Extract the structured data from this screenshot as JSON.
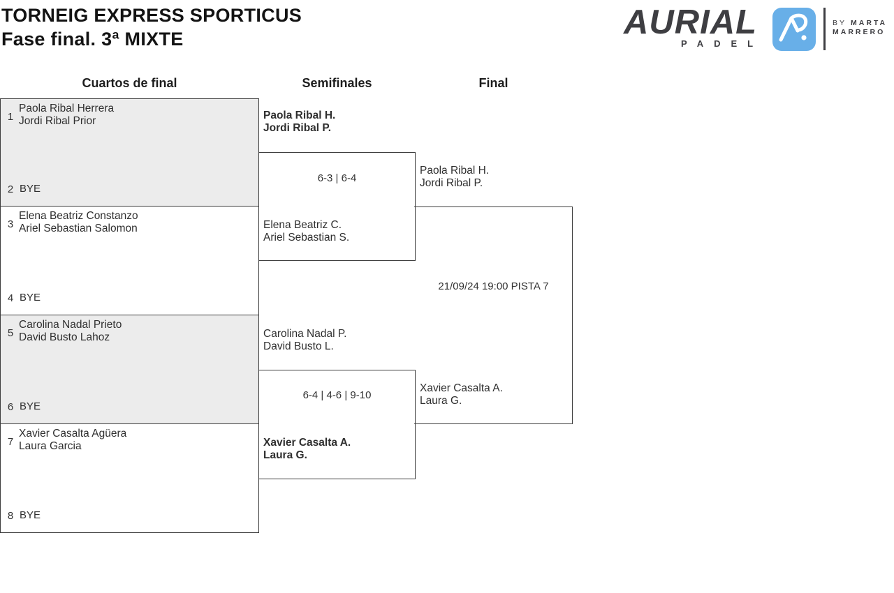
{
  "header": {
    "title": "TORNEIG EXPRESS SPORTICUS",
    "subtitle": "Fase final. 3ª MIXTE"
  },
  "logo": {
    "brand": "AURIAL",
    "brand_sub": "PADEL",
    "by_prefix": "BY",
    "by_name_line1": "MARTA",
    "by_name_line2": "MARRERO",
    "monogram_icon": "aurial-monogram-icon"
  },
  "columns": {
    "quarterfinals": "Cuartos de final",
    "semifinals": "Semifinales",
    "final": "Final"
  },
  "bracket": {
    "quarterfinals": [
      {
        "seed_top": "1",
        "team_top_line1": "Paola Ribal Herrera",
        "team_top_line2": "Jordi Ribal Prior",
        "seed_bottom": "2",
        "team_bottom": "BYE"
      },
      {
        "seed_top": "3",
        "team_top_line1": "Elena Beatriz Constanzo",
        "team_top_line2": "Ariel Sebastian Salomon",
        "seed_bottom": "4",
        "team_bottom": "BYE"
      },
      {
        "seed_top": "5",
        "team_top_line1": "Carolina Nadal Prieto",
        "team_top_line2": "David Busto Lahoz",
        "seed_bottom": "6",
        "team_bottom": "BYE"
      },
      {
        "seed_top": "7",
        "team_top_line1": "Xavier Casalta Agüera",
        "team_top_line2": "Laura Garcia",
        "seed_bottom": "8",
        "team_bottom": "BYE"
      }
    ],
    "semifinals": [
      {
        "team_top_line1": "Paola Ribal H.",
        "team_top_line2": "Jordi Ribal P.",
        "score": "6-3 | 6-4",
        "team_bottom_line1": "Elena Beatriz C.",
        "team_bottom_line2": "Ariel Sebastian S."
      },
      {
        "team_top_line1": "Carolina Nadal P.",
        "team_top_line2": "David Busto L.",
        "score": "6-4 | 4-6 | 9-10",
        "team_bottom_line1": "Xavier Casalta A.",
        "team_bottom_line2": "Laura G."
      }
    ],
    "final": {
      "team_top_line1": "Paola Ribal H.",
      "team_top_line2": "Jordi Ribal P.",
      "match_info": "21/09/24 19:00 PISTA 7",
      "team_bottom_line1": "Xavier Casalta A.",
      "team_bottom_line2": "Laura G."
    }
  },
  "colors": {
    "accent-blue": "#68AFE8",
    "border-dark": "#3C3C3C",
    "box-shaded": "#ECECEC",
    "text-dark": "#2F2F2F",
    "logo-dark": "#3E3E42"
  }
}
